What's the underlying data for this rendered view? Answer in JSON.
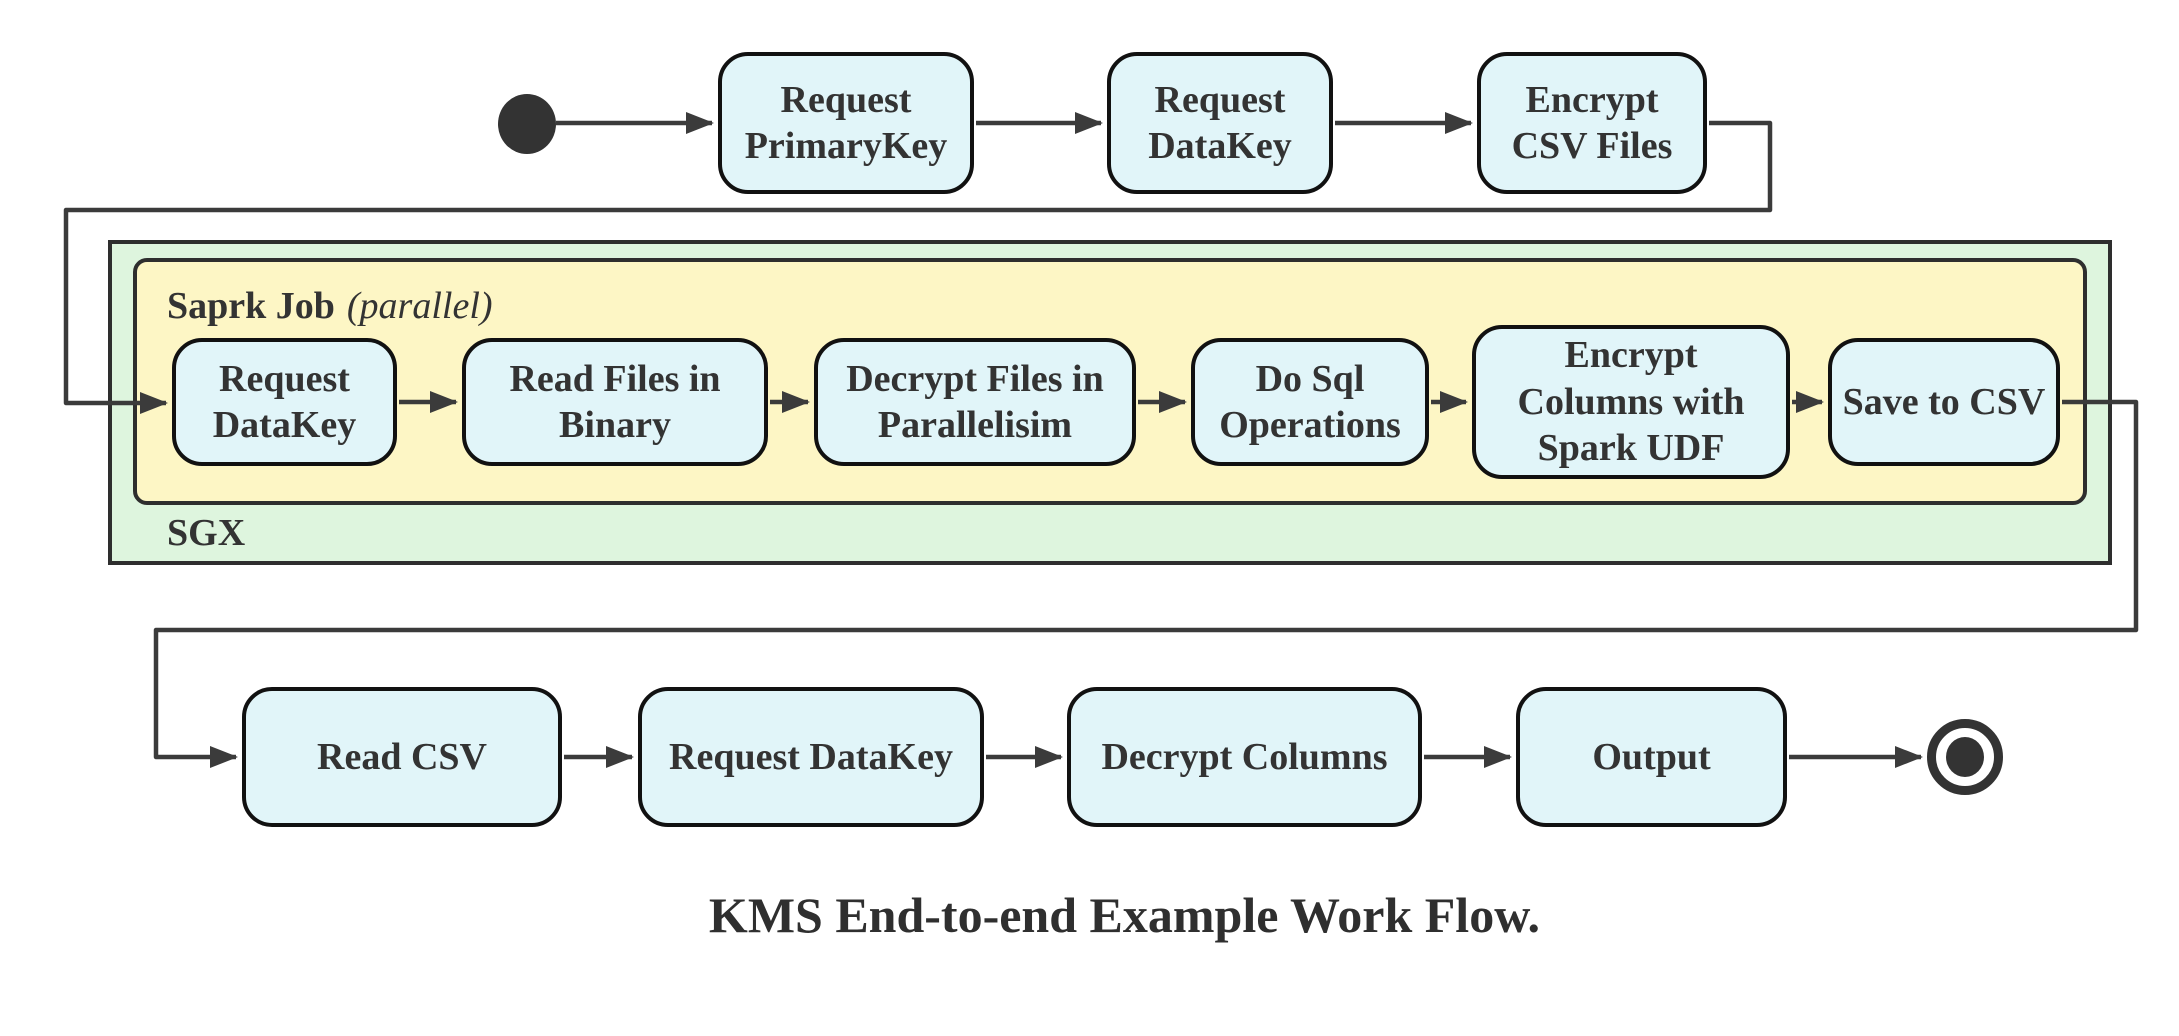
{
  "diagram": {
    "caption": "KMS End-to-end Example Work Flow.",
    "colors": {
      "node_fill": "#e1f5f9",
      "node_border": "#111111",
      "sgx_fill": "#def5de",
      "spark_fill": "#fdf6c5",
      "container_border": "#2e2e2e",
      "connector": "#3b3b3b",
      "text": "#333333"
    },
    "top_row": [
      {
        "label": "Request\nPrimaryKey"
      },
      {
        "label": "Request\nDataKey"
      },
      {
        "label": "Encrypt\nCSV Files"
      }
    ],
    "sgx": {
      "label": "SGX",
      "spark_job": {
        "title": "Saprk Job",
        "title_suffix": "(parallel)",
        "nodes": [
          {
            "label": "Request\nDataKey"
          },
          {
            "label": "Read Files in\nBinary"
          },
          {
            "label": "Decrypt Files in\nParallelisim"
          },
          {
            "label": "Do Sql\nOperations"
          },
          {
            "label": "Encrypt\nColumns with\nSpark UDF"
          },
          {
            "label": "Save to CSV"
          }
        ]
      }
    },
    "bottom_row": [
      {
        "label": "Read CSV"
      },
      {
        "label": "Request DataKey"
      },
      {
        "label": "Decrypt Columns"
      },
      {
        "label": "Output"
      }
    ]
  }
}
